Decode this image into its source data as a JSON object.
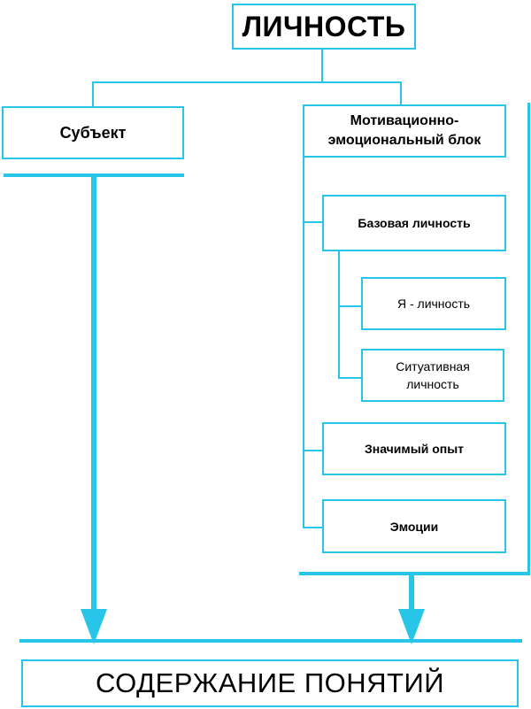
{
  "title": "ЛИЧНОСТЬ",
  "subject": "Субъект",
  "motivational_block": {
    "line1": "Мотивационно-",
    "line2": "эмоциональный блок"
  },
  "base_personality": "Базовая личность",
  "ya_personality": "Я - личность",
  "situational": {
    "line1": "Ситуативная",
    "line2": "личность"
  },
  "significant_experience": "Значимый опыт",
  "emotions": "Эмоции",
  "footer": "СОДЕРЖАНИЕ ПОНЯТИЙ",
  "colors": {
    "accent": "#27c5e8"
  }
}
